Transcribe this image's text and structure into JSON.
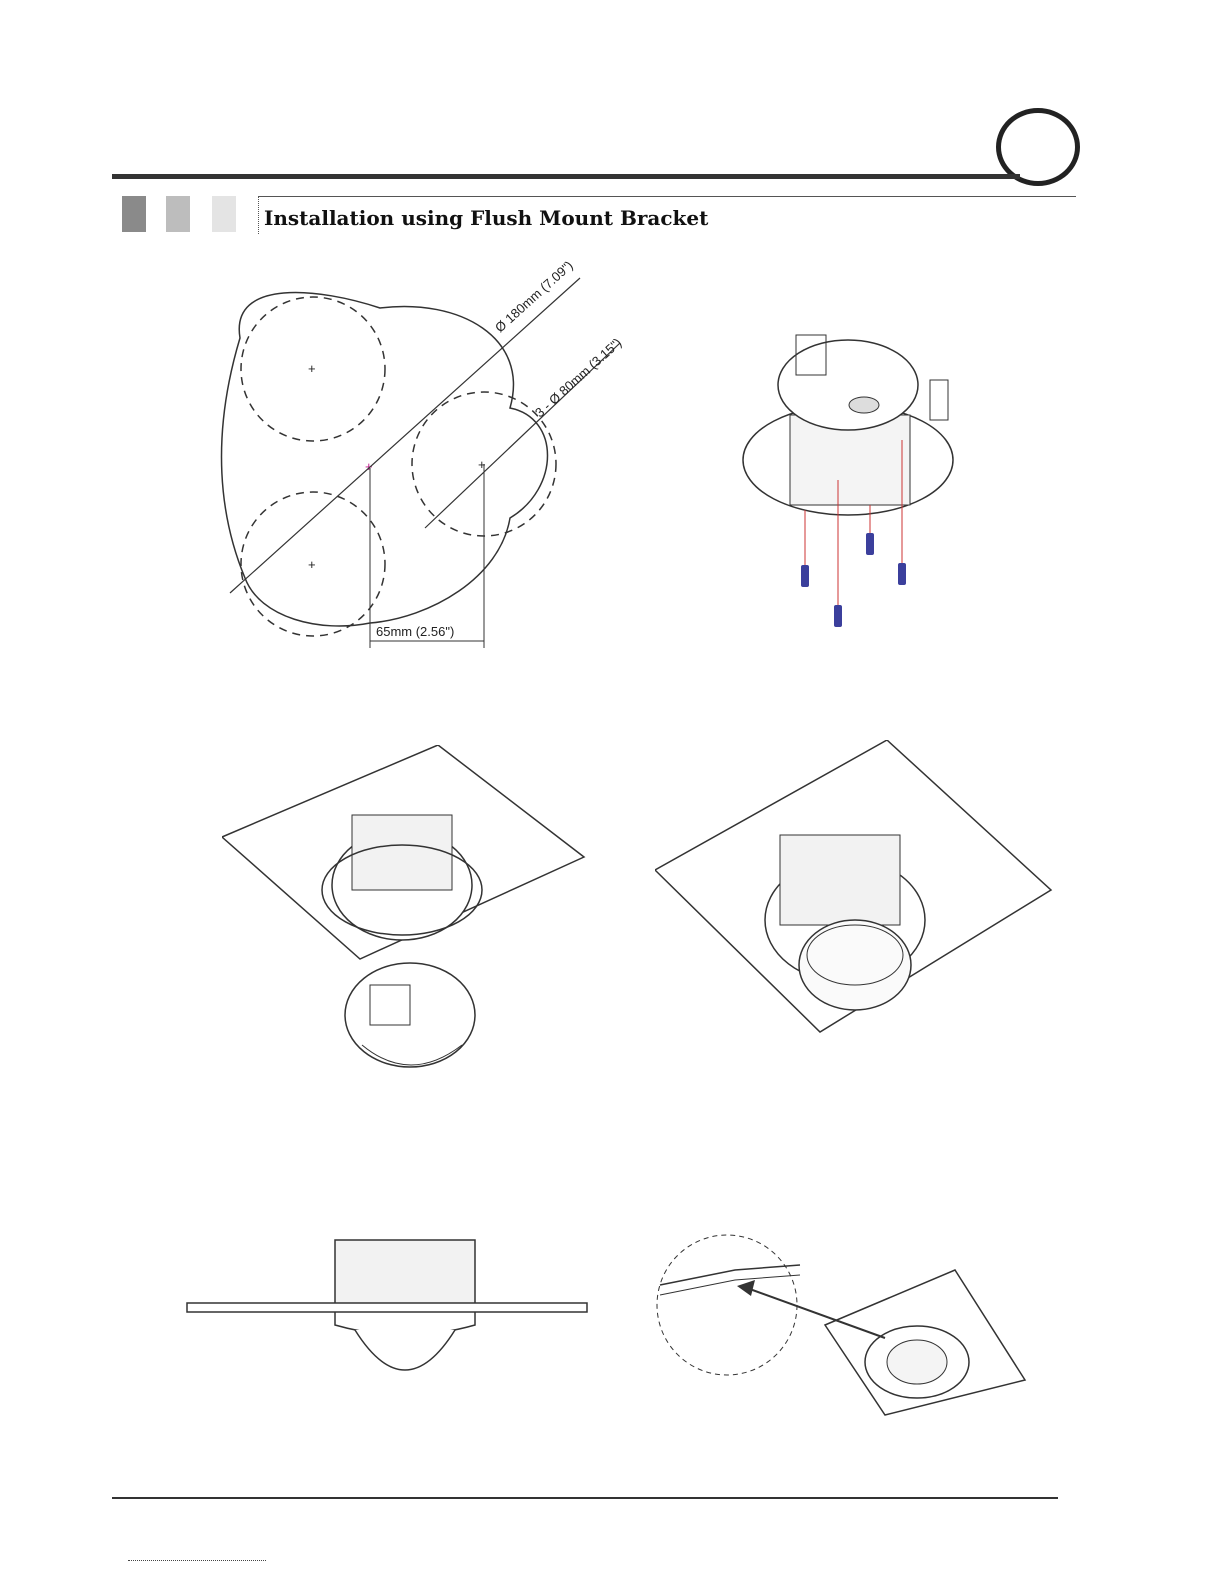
{
  "header": {
    "section_title": "Installation using Flush Mount Bracket",
    "swatch_colors": [
      "#8a8a8a",
      "#bdbdbd",
      "#e4e4e4"
    ]
  },
  "figures": {
    "template": {
      "outer_diameter": "Ø 180mm (7.09\")",
      "hole_diameter": "3 - Ø 80mm (3.15\")",
      "offset": "65mm (2.56\")"
    },
    "bracket_screws": {
      "screw_count": 4
    },
    "ceiling_attach": {},
    "ceiling_installed": {},
    "side_view": {},
    "detail_view": {}
  }
}
